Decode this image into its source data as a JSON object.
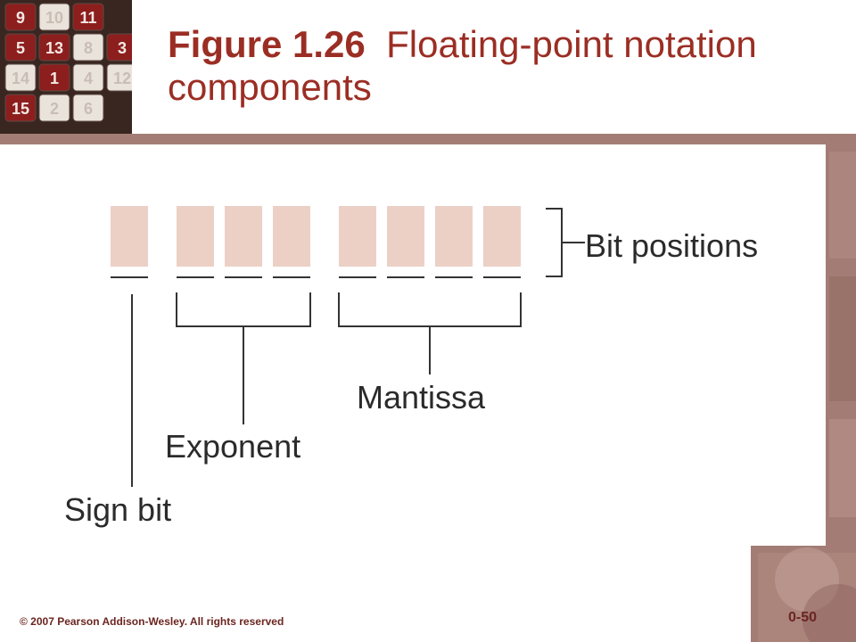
{
  "title": {
    "number": "Figure 1.26",
    "text": "Floating-point notation components"
  },
  "logo": {
    "tiles": [
      "9",
      "10",
      "11",
      "5",
      "13",
      "8",
      "3",
      "14",
      "1",
      "4",
      "12",
      "15",
      "2",
      "6"
    ]
  },
  "diagram": {
    "labels": {
      "bit_positions": "Bit positions",
      "mantissa": "Mantissa",
      "exponent": "Exponent",
      "sign_bit": "Sign bit"
    },
    "bit_counts": {
      "sign": 1,
      "exponent": 3,
      "mantissa": 4
    },
    "colors": {
      "bit_fill": "#ecd0c6",
      "line": "#333333",
      "text": "#2b2b2b"
    }
  },
  "footer": {
    "copyright": "© 2007 Pearson Addison-Wesley. All rights reserved",
    "page": "0-50"
  }
}
